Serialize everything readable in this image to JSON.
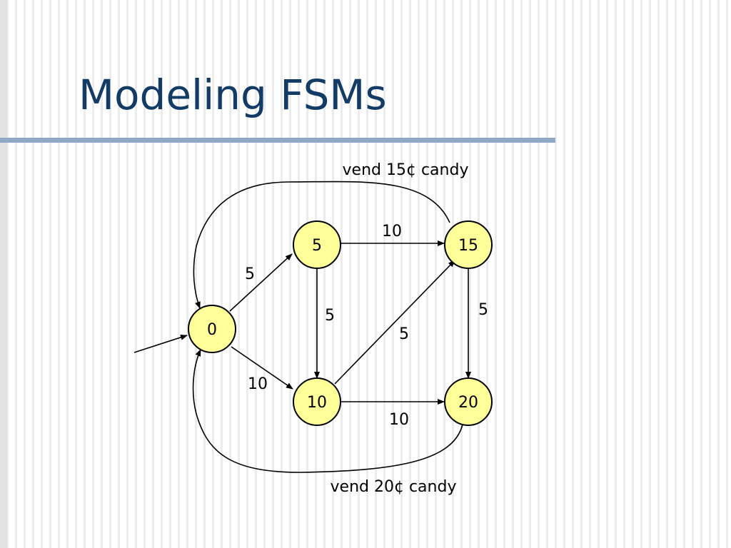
{
  "slide": {
    "title": "Modeling FSMs"
  },
  "diagram": {
    "states": [
      {
        "id": "s0",
        "label": "0"
      },
      {
        "id": "s5",
        "label": "5"
      },
      {
        "id": "s10",
        "label": "10"
      },
      {
        "id": "s15",
        "label": "15"
      },
      {
        "id": "s20",
        "label": "20"
      }
    ],
    "transitions": [
      {
        "from": "0",
        "to": "5",
        "label": "5"
      },
      {
        "from": "0",
        "to": "10",
        "label": "10"
      },
      {
        "from": "5",
        "to": "15",
        "label": "10"
      },
      {
        "from": "5",
        "to": "10",
        "label": "5"
      },
      {
        "from": "10",
        "to": "15",
        "label": "5"
      },
      {
        "from": "10",
        "to": "20",
        "label": "10"
      },
      {
        "from": "15",
        "to": "20",
        "label": "5"
      },
      {
        "from": "15",
        "to": "0",
        "label": "vend 15¢ candy"
      },
      {
        "from": "20",
        "to": "0",
        "label": "vend 20¢ candy"
      }
    ],
    "colors": {
      "state_fill": "#ffff99",
      "title": "#123b66",
      "title_rule": "#8fa9c5"
    }
  }
}
